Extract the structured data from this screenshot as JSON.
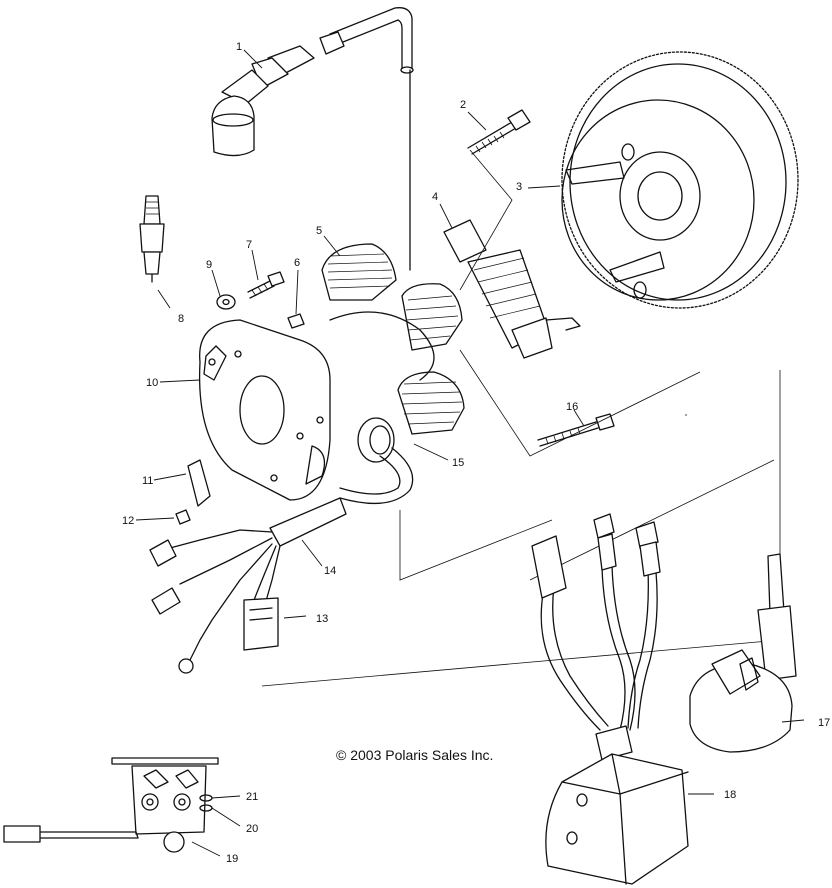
{
  "copyright": "© 2003 Polaris Sales Inc.",
  "callouts": [
    {
      "id": "c1",
      "text": "1"
    },
    {
      "id": "c2",
      "text": "2"
    },
    {
      "id": "c3",
      "text": "3"
    },
    {
      "id": "c4",
      "text": "4"
    },
    {
      "id": "c5",
      "text": "5"
    },
    {
      "id": "c6",
      "text": "6"
    },
    {
      "id": "c7",
      "text": "7"
    },
    {
      "id": "c8",
      "text": "8"
    },
    {
      "id": "c9",
      "text": "9"
    },
    {
      "id": "c10",
      "text": "10"
    },
    {
      "id": "c11",
      "text": "11"
    },
    {
      "id": "c12",
      "text": "12"
    },
    {
      "id": "c13",
      "text": "13"
    },
    {
      "id": "c14",
      "text": "14"
    },
    {
      "id": "c15",
      "text": "15"
    },
    {
      "id": "c16",
      "text": "16"
    },
    {
      "id": "c17",
      "text": "17"
    },
    {
      "id": "c18",
      "text": "18"
    },
    {
      "id": "c19",
      "text": "19"
    },
    {
      "id": "c20",
      "text": "20"
    },
    {
      "id": "c21",
      "text": "21"
    }
  ],
  "parts_icons": [
    "spark-plug-cap-icon",
    "bolt-icon",
    "flywheel-icon",
    "exciter-coil-icon",
    "stator-coil-icon",
    "screw-icon",
    "spark-plug-icon",
    "washer-icon",
    "stator-plate-icon",
    "clip-icon",
    "harness-icon",
    "connector-icon",
    "grommet-icon",
    "ignition-coil-icon",
    "cdi-box-icon",
    "sensor-bracket-icon"
  ]
}
